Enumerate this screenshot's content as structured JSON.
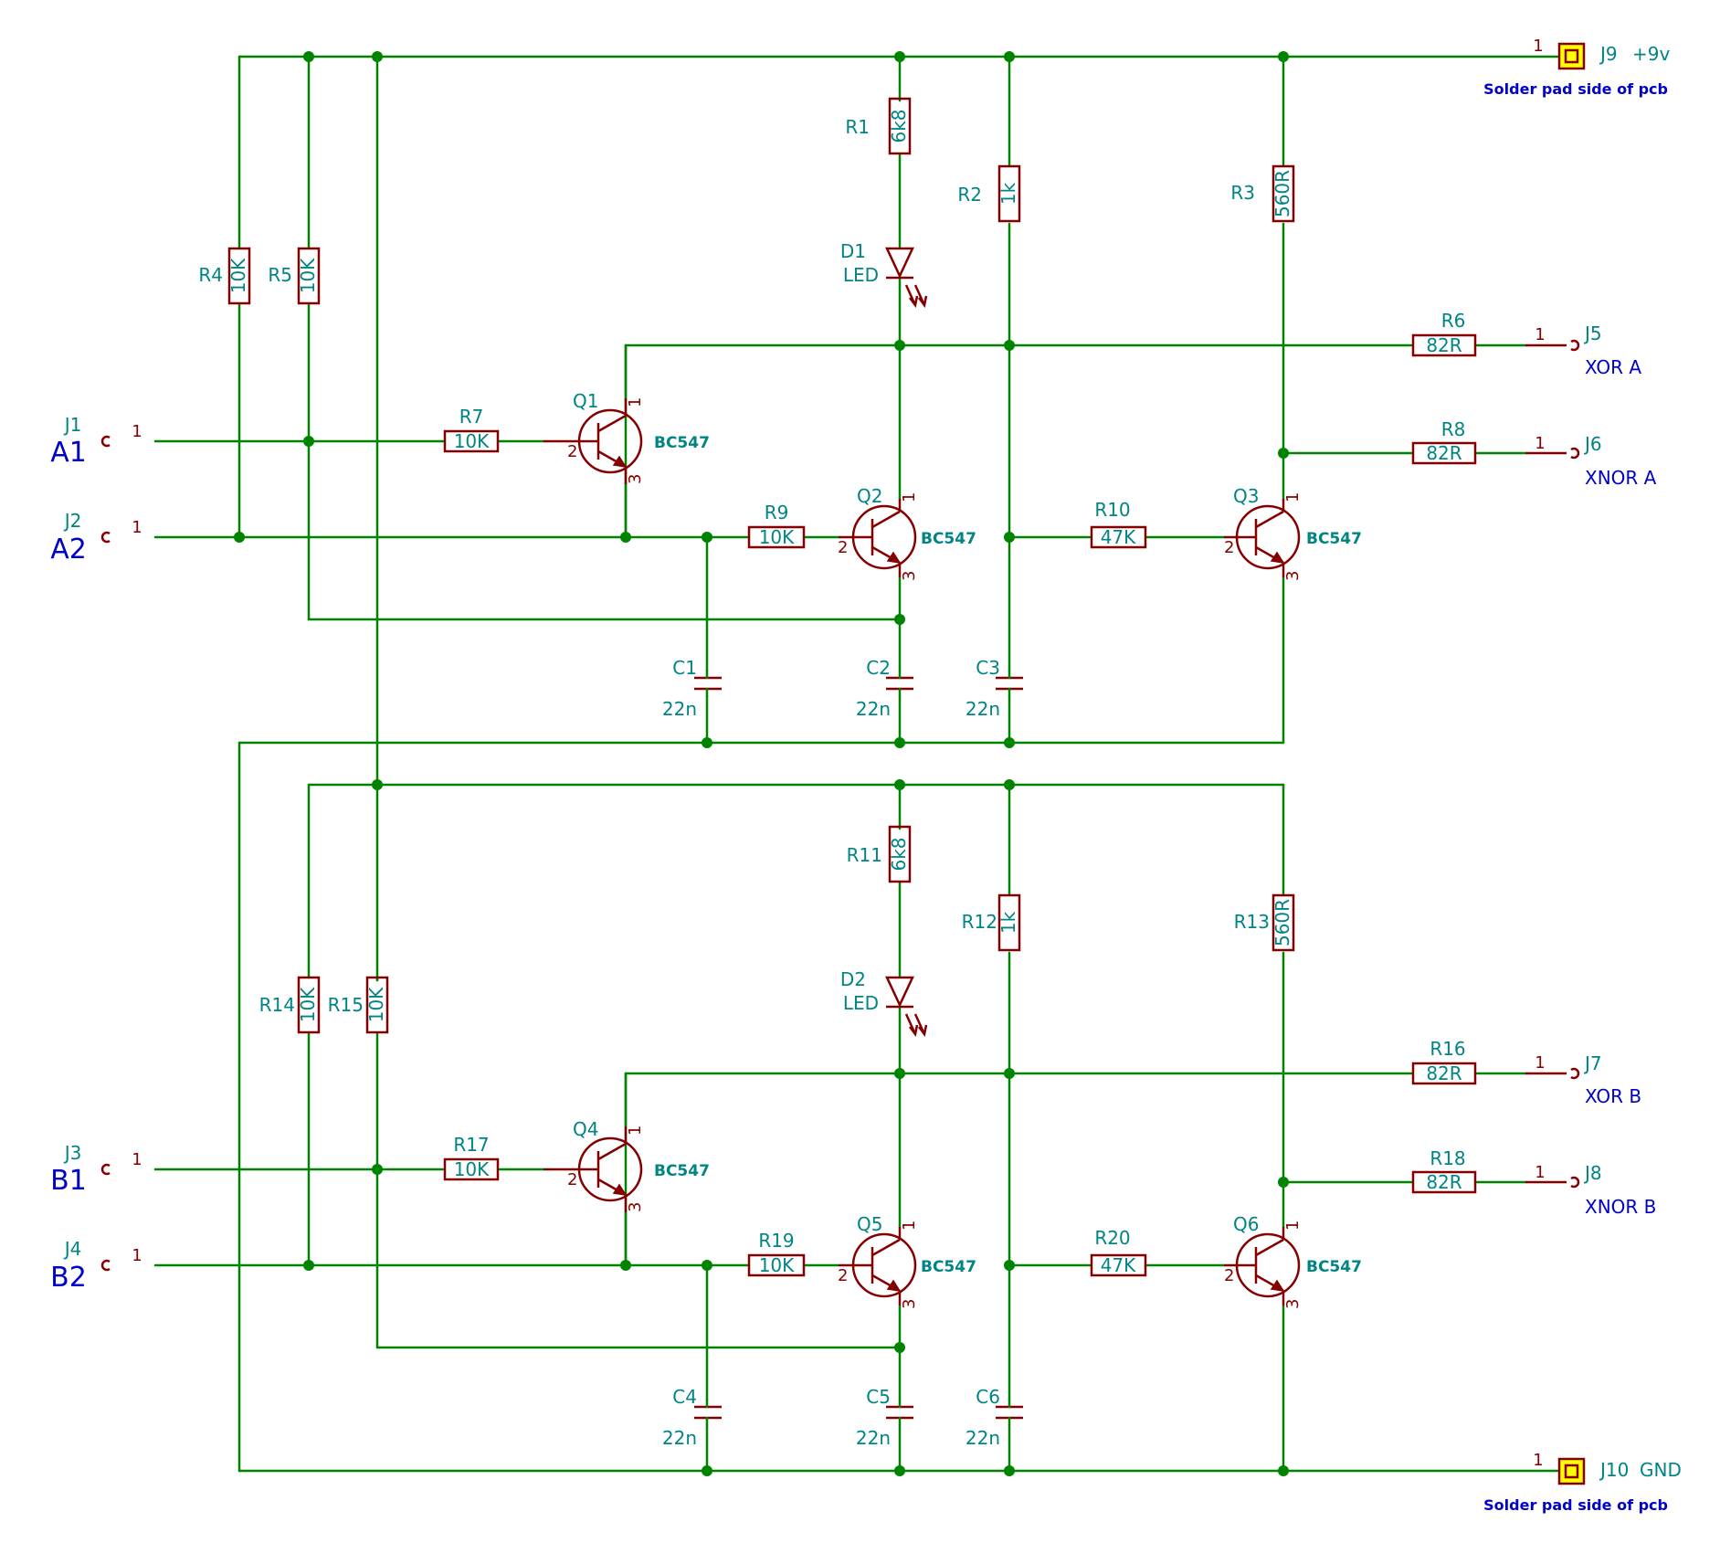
{
  "schematic": {
    "resistors": [
      {
        "ref": "R1",
        "value": "6k8"
      },
      {
        "ref": "R2",
        "value": "1k"
      },
      {
        "ref": "R3",
        "value": "560R"
      },
      {
        "ref": "R4",
        "value": "10K"
      },
      {
        "ref": "R5",
        "value": "10K"
      },
      {
        "ref": "R6",
        "value": "82R"
      },
      {
        "ref": "R7",
        "value": "10K"
      },
      {
        "ref": "R8",
        "value": "82R"
      },
      {
        "ref": "R9",
        "value": "10K"
      },
      {
        "ref": "R10",
        "value": "47K"
      },
      {
        "ref": "R11",
        "value": "6k8"
      },
      {
        "ref": "R12",
        "value": "1k"
      },
      {
        "ref": "R13",
        "value": "560R"
      },
      {
        "ref": "R14",
        "value": "10K"
      },
      {
        "ref": "R15",
        "value": "10K"
      },
      {
        "ref": "R16",
        "value": "82R"
      },
      {
        "ref": "R17",
        "value": "10K"
      },
      {
        "ref": "R18",
        "value": "82R"
      },
      {
        "ref": "R19",
        "value": "10K"
      },
      {
        "ref": "R20",
        "value": "47K"
      }
    ],
    "capacitors": [
      {
        "ref": "C1",
        "value": "22n"
      },
      {
        "ref": "C2",
        "value": "22n"
      },
      {
        "ref": "C3",
        "value": "22n"
      },
      {
        "ref": "C4",
        "value": "22n"
      },
      {
        "ref": "C5",
        "value": "22n"
      },
      {
        "ref": "C6",
        "value": "22n"
      }
    ],
    "transistors": [
      {
        "ref": "Q1",
        "value": "BC547"
      },
      {
        "ref": "Q2",
        "value": "BC547"
      },
      {
        "ref": "Q3",
        "value": "BC547"
      },
      {
        "ref": "Q4",
        "value": "BC547"
      },
      {
        "ref": "Q5",
        "value": "BC547"
      },
      {
        "ref": "Q6",
        "value": "BC547"
      }
    ],
    "transistor_pins": {
      "collector": "1",
      "base": "2",
      "emitter": "3"
    },
    "leds": [
      {
        "ref": "D1",
        "value": "LED"
      },
      {
        "ref": "D2",
        "value": "LED"
      }
    ],
    "input_connectors": [
      {
        "ref": "J1",
        "label": "A1",
        "pin": "1"
      },
      {
        "ref": "J2",
        "label": "A2",
        "pin": "1"
      },
      {
        "ref": "J3",
        "label": "B1",
        "pin": "1"
      },
      {
        "ref": "J4",
        "label": "B2",
        "pin": "1"
      }
    ],
    "output_connectors": [
      {
        "ref": "J5",
        "label": "XOR A",
        "pin": "1"
      },
      {
        "ref": "J6",
        "label": "XNOR A",
        "pin": "1"
      },
      {
        "ref": "J7",
        "label": "XOR B",
        "pin": "1"
      },
      {
        "ref": "J8",
        "label": "XNOR B",
        "pin": "1"
      }
    ],
    "power_connectors": [
      {
        "ref": "J9",
        "label": "+9v",
        "pin": "1",
        "note": "Solder pad side of pcb"
      },
      {
        "ref": "J10",
        "label": "GND",
        "pin": "1",
        "note": "Solder pad side of pcb"
      }
    ]
  },
  "colors": {
    "wire": "#008400",
    "component": "#840000",
    "reference_text": "#008484",
    "net_label": "#0000c8",
    "pad_fill": "#ffff00"
  }
}
